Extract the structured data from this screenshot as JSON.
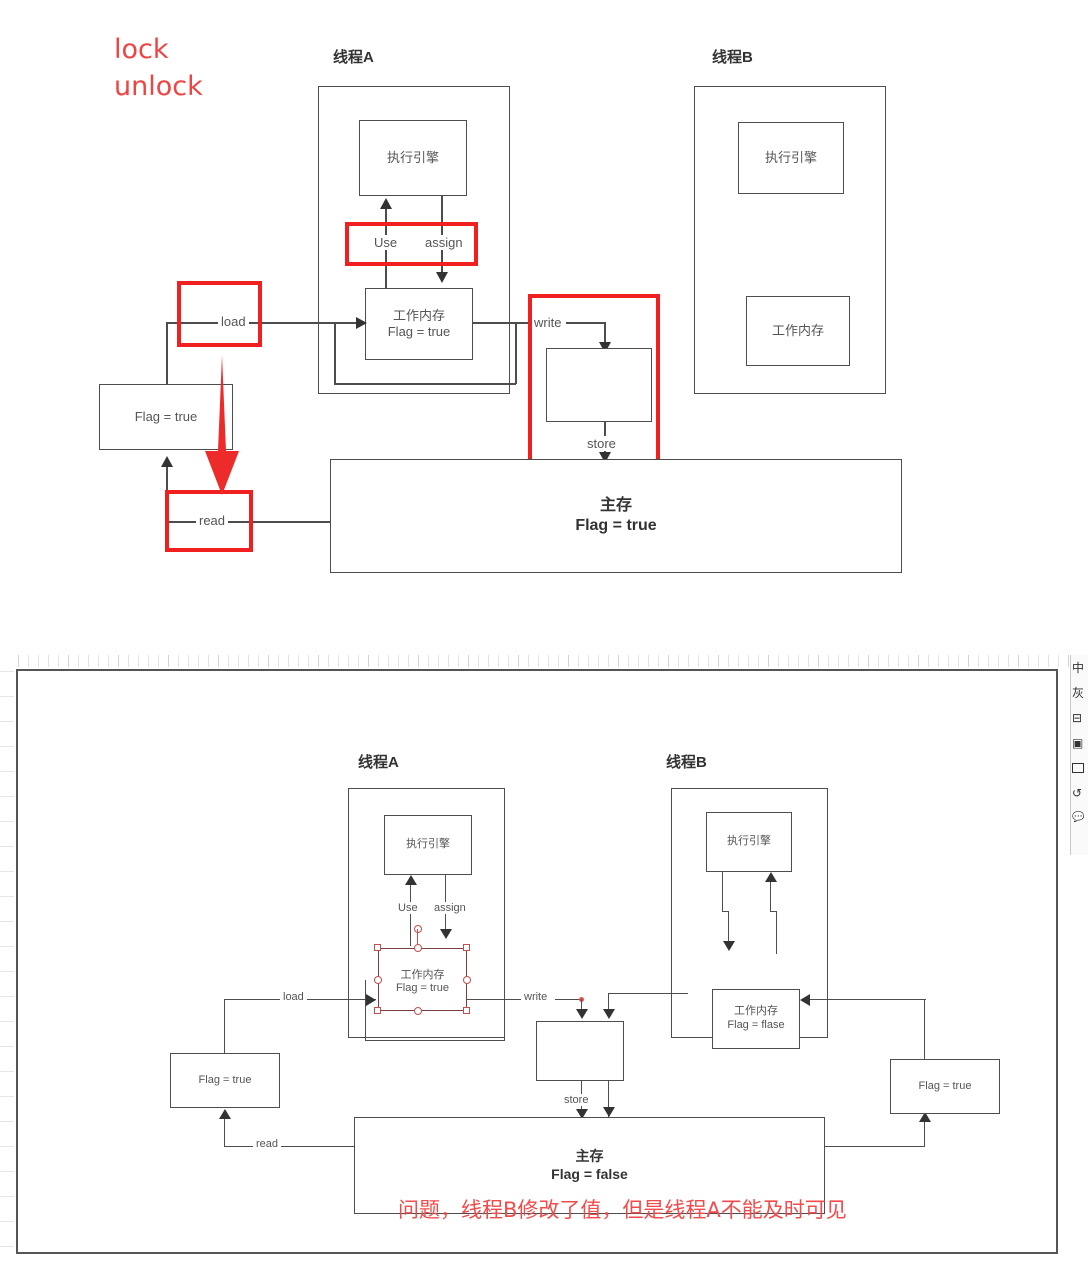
{
  "top_diagram": {
    "annotations": {
      "lock": "lock",
      "unlock": "unlock"
    },
    "thread_a_title": "线程A",
    "thread_b_title": "线程B",
    "thread_a": {
      "engine": "执行引擎",
      "working_memory_line1": "工作内存",
      "working_memory_line2": "Flag = true",
      "use_label": "Use",
      "assign_label": "assign"
    },
    "thread_b": {
      "engine": "执行引擎",
      "working_memory": "工作内存"
    },
    "load_label": "load",
    "read_label": "read",
    "write_label": "write",
    "store_label": "store",
    "left_flag_box": "Flag = true",
    "main_memory_line1": "主存",
    "main_memory_line2": "Flag = true",
    "red_accent": "#f02020",
    "red_arrow_color": "#ee2b2b"
  },
  "editor": {
    "thread_a_title": "线程A",
    "thread_b_title": "线程B",
    "thread_a": {
      "engine": "执行引擎",
      "working_memory_line1": "工作内存",
      "working_memory_line2": "Flag = true",
      "use_label": "Use",
      "assign_label": "assign"
    },
    "thread_b": {
      "engine": "执行引擎",
      "working_memory_line1": "工作内存",
      "working_memory_line2": "Flag = flase"
    },
    "load_label": "load",
    "read_label": "read",
    "write_label": "write",
    "store_label": "store",
    "left_flag_box": "Flag = true",
    "right_flag_box": "Flag = true",
    "main_memory_line1": "主存",
    "main_memory_line2": "Flag = false",
    "caption": "问题，线程B修改了值，但是线程A不能及时可见",
    "caption_color": "#f34b4b",
    "selection_color": "#c0504d",
    "toolbar_items": [
      {
        "name": "format-panel-icon",
        "glyph": "中"
      },
      {
        "name": "edit-style-icon",
        "glyph": "灰"
      },
      {
        "name": "table-icon",
        "glyph": "⊟"
      },
      {
        "name": "container-icon",
        "glyph": "▣"
      },
      {
        "name": "shape-icon",
        "glyph": "▢"
      },
      {
        "name": "undo-icon",
        "glyph": "↺"
      },
      {
        "name": "comment-icon",
        "glyph": "💬"
      }
    ]
  }
}
